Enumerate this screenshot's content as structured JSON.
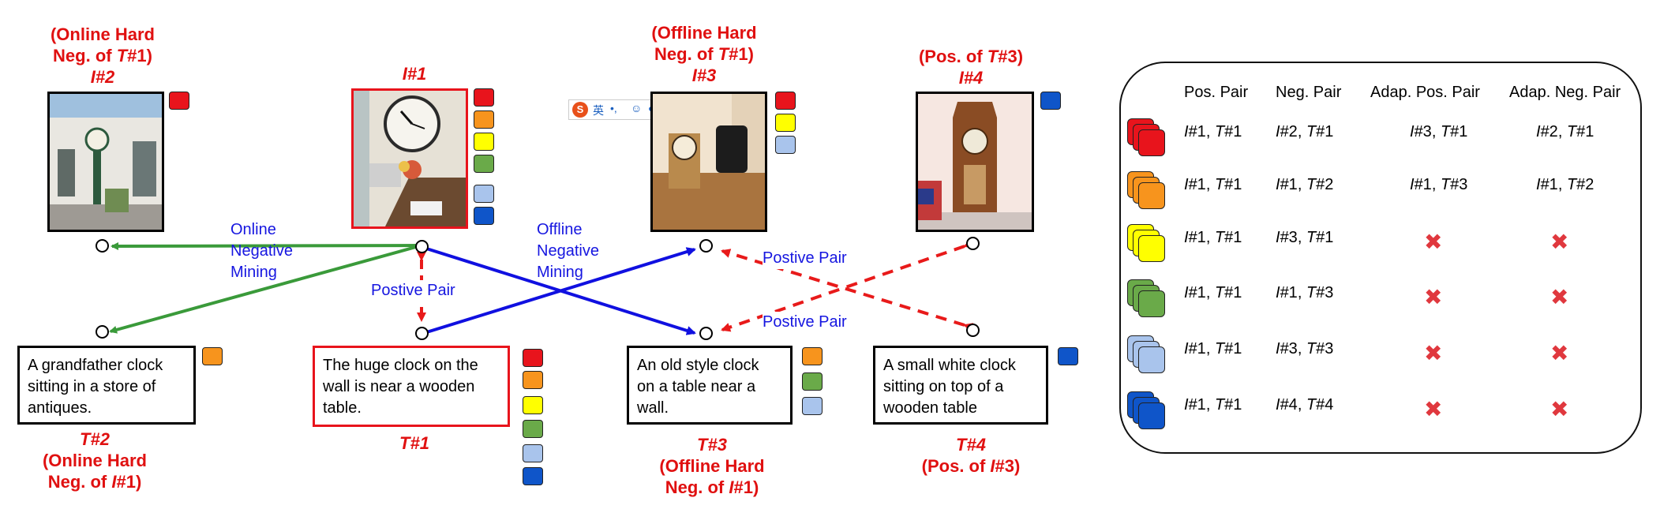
{
  "colors": {
    "red": "#e8141c",
    "orange": "#f7941d",
    "yellow": "#ffff00",
    "green": "#6aaa49",
    "lightblue": "#a9c4ec",
    "blue": "#0f55c9"
  },
  "images": {
    "i2": {
      "label_top": "(Online Hard",
      "label_mid": "Neg. of ",
      "label_mid_i": "T",
      "label_mid_end": "#1)",
      "id": "I#2"
    },
    "i1": {
      "id": "I#1"
    },
    "i3": {
      "label_top": "(Offline Hard",
      "label_mid": "Neg. of ",
      "label_mid_i": "T",
      "label_mid_end": "#1)",
      "id": "I#3"
    },
    "i4": {
      "label_top": "(Pos. of ",
      "label_top_i": "T",
      "label_top_end": "#3)",
      "id": "I#4"
    }
  },
  "captions": {
    "t2": {
      "line1": "A grandfather clock",
      "line2": "sitting in a store of",
      "line3": "antiques.",
      "id": "T#2",
      "sub1": "(Online Hard",
      "sub2a": "Neg. of ",
      "sub2i": "I",
      "sub2b": "#1)"
    },
    "t1": {
      "line1": "The huge clock on the",
      "line2": "wall is near a wooden",
      "line3": "table.",
      "id": "T#1"
    },
    "t3": {
      "line1": "An old style clock",
      "line2": "on a table near a",
      "line3": "wall.",
      "id": "T#3",
      "sub1": "(Offline Hard",
      "sub2a": "Neg. of ",
      "sub2i": "I",
      "sub2b": "#1)"
    },
    "t4": {
      "line1": "A small white clock",
      "line2": "sitting on top of a",
      "line3": "wooden table",
      "id": "T#4",
      "sub1": "(Pos. of ",
      "sub1i": "I",
      "sub1b": "#3)"
    }
  },
  "arrow_labels": {
    "online": [
      "Online",
      "Negative",
      "Mining"
    ],
    "offline": [
      "Offline",
      "Negative",
      "Mining"
    ],
    "pos_center": "Postive Pair",
    "pos_top": "Postive Pair",
    "pos_bottom": "Postive Pair"
  },
  "ime_toolbar": {
    "logo": "S",
    "lang": "英"
  },
  "legend": {
    "headers": [
      "Pos. Pair",
      "Neg. Pair",
      "Adap. Pos. Pair",
      "Adap. Neg. Pair"
    ],
    "rows": [
      {
        "color": "red",
        "pos": "I#1, T#1",
        "neg": "I#2, T#1",
        "apos": "I#3, T#1",
        "aneg": "I#2, T#1"
      },
      {
        "color": "orange",
        "pos": "I#1, T#1",
        "neg": "I#1, T#2",
        "apos": "I#1, T#3",
        "aneg": "I#1, T#2"
      },
      {
        "color": "yellow",
        "pos": "I#1, T#1",
        "neg": "I#3, T#1",
        "apos": "✖",
        "aneg": "✖"
      },
      {
        "color": "green",
        "pos": "I#1, T#1",
        "neg": "I#1, T#3",
        "apos": "✖",
        "aneg": "✖"
      },
      {
        "color": "lightblue",
        "pos": "I#1, T#1",
        "neg": "I#3, T#3",
        "apos": "✖",
        "aneg": "✖"
      },
      {
        "color": "blue",
        "pos": "I#1, T#1",
        "neg": "I#4, T#4",
        "apos": "✖",
        "aneg": "✖"
      }
    ]
  }
}
